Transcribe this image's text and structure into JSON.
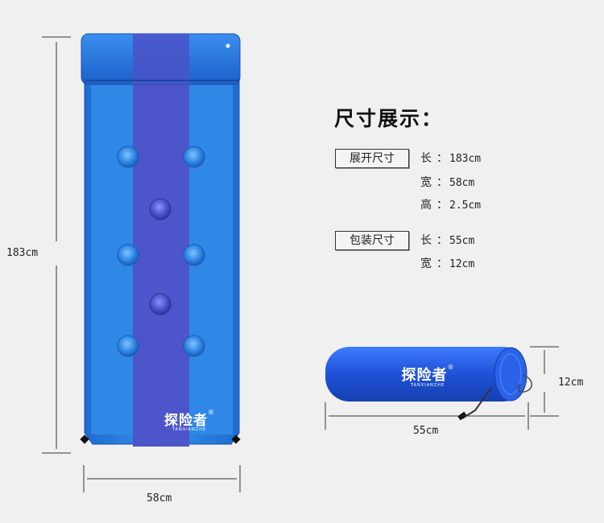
{
  "mat_dims": {
    "length": "183cm",
    "width": "58cm"
  },
  "bag_dims": {
    "length": "55cm",
    "height": "12cm"
  },
  "heading": "尺寸展示：",
  "specs": {
    "unfolded": {
      "tag": "展开尺寸",
      "rows": [
        {
          "label": "长",
          "sep": "：",
          "value": "183cm"
        },
        {
          "label": "宽",
          "sep": "：",
          "value": "58cm"
        },
        {
          "label": "高",
          "sep": "：",
          "value": "2.5cm"
        }
      ]
    },
    "packed": {
      "tag": "包装尺寸",
      "rows": [
        {
          "label": "长",
          "sep": "：",
          "value": "55cm"
        },
        {
          "label": "宽",
          "sep": "：",
          "value": "12cm"
        }
      ]
    }
  },
  "brand": {
    "name": "探险者",
    "sub": "TANXIANZHE",
    "mark": "®"
  },
  "colors": {
    "mat_blue": "#2f88e6",
    "mat_stripe": "#4c55c9",
    "bag_blue": "#1f54d6",
    "background": "#f0f0f0"
  }
}
